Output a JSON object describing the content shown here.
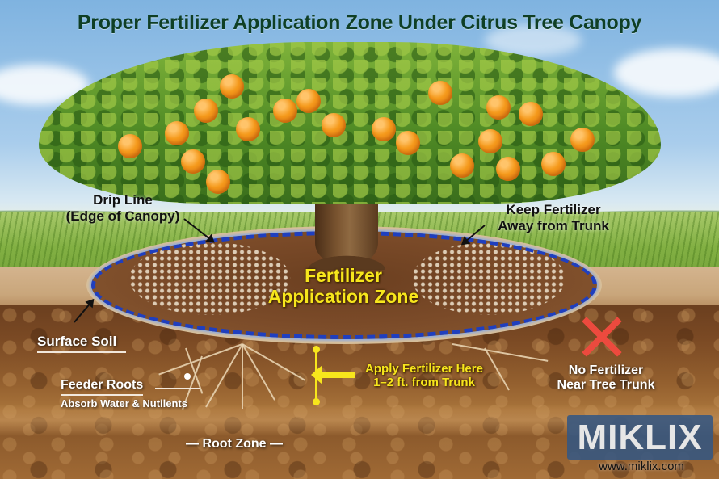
{
  "title": "Proper Fertilizer Application Zone Under Citrus Tree Canopy",
  "labels": {
    "drip_line": {
      "line1": "Drip Line",
      "line2": "(Edge of Canopy)"
    },
    "keep_away": {
      "line1": "Keep Fertilizer",
      "line2": "Away from Trunk"
    },
    "zone": {
      "line1": "Fertilizer",
      "line2": "Application Zone"
    },
    "surface_soil": "Surface Soil",
    "feeder_roots": {
      "title": "Feeder Roots",
      "subtitle": "Absorb Water & Nutilents"
    },
    "apply_here": {
      "line1": "Apply Fertilizer Here",
      "line2": "1–2 ft. from Trunk"
    },
    "no_fertilizer": {
      "line1": "No Fertilizer",
      "line2": "Near Tree Trunk"
    },
    "root_zone": "— Root Zone —"
  },
  "icons": {
    "x_mark": "red-x-icon",
    "yellow_arrow": "left-arrow-icon"
  },
  "watermark": {
    "brand": "MIKLIX",
    "url": "www.miklix.com"
  },
  "colors": {
    "title": "#0f3f25",
    "zone_text": "#f7e61c",
    "dashed_boundary": "#1f3fbf",
    "x_mark": "#ec4a3e",
    "watermark_bg": "#345682"
  }
}
